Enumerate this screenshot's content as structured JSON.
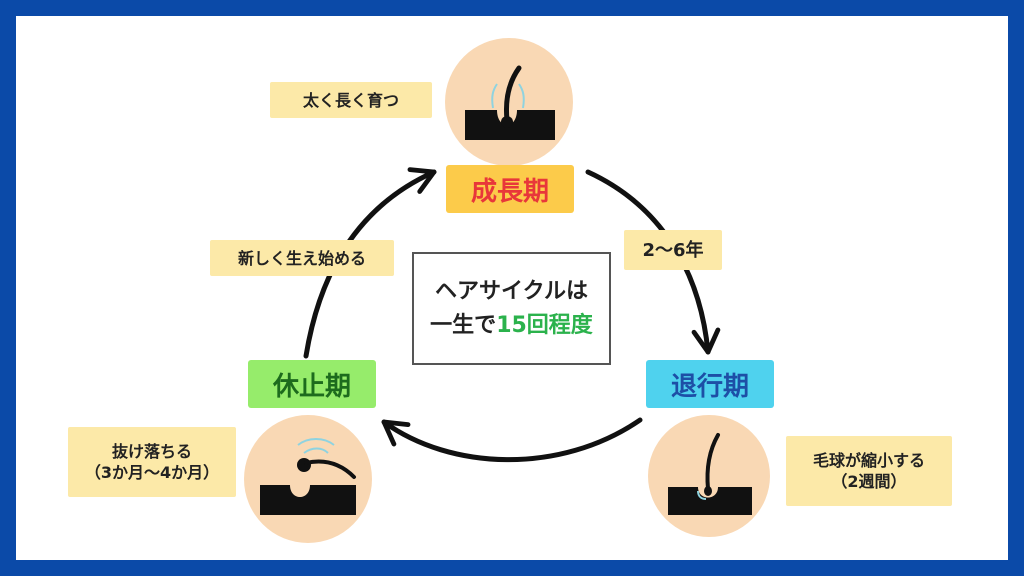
{
  "colors": {
    "frame": "#0b4aa8",
    "growth_label_bg": "#fccb4a",
    "growth_label_text": "#e8373a",
    "regression_label_bg": "#4fd2ee",
    "regression_label_text": "#1d4fa6",
    "rest_label_bg": "#96ec6b",
    "rest_label_text": "#1d6b1d",
    "note_bg": "#fce9a8",
    "circle_bg": "#f9d8b4",
    "accent_green": "#2bb24c"
  },
  "phases": {
    "growth": "成長期",
    "regression": "退行期",
    "rest": "休止期"
  },
  "notes": {
    "growth_desc": "太く長く育つ",
    "growth_duration": "2〜6年",
    "regression_line1": "毛球が縮小する",
    "regression_line2": "（2週間）",
    "rest_line1": "抜け落ちる",
    "rest_line2": "（3か月〜4か月）",
    "new_growth": "新しく生え始める"
  },
  "center": {
    "line1": "ヘアサイクルは",
    "line2_prefix": "一生で",
    "line2_accent": "15回程度"
  },
  "icons": {
    "growth": "hair-growth-icon",
    "regression": "hair-regression-icon",
    "rest": "hair-shedding-icon"
  }
}
